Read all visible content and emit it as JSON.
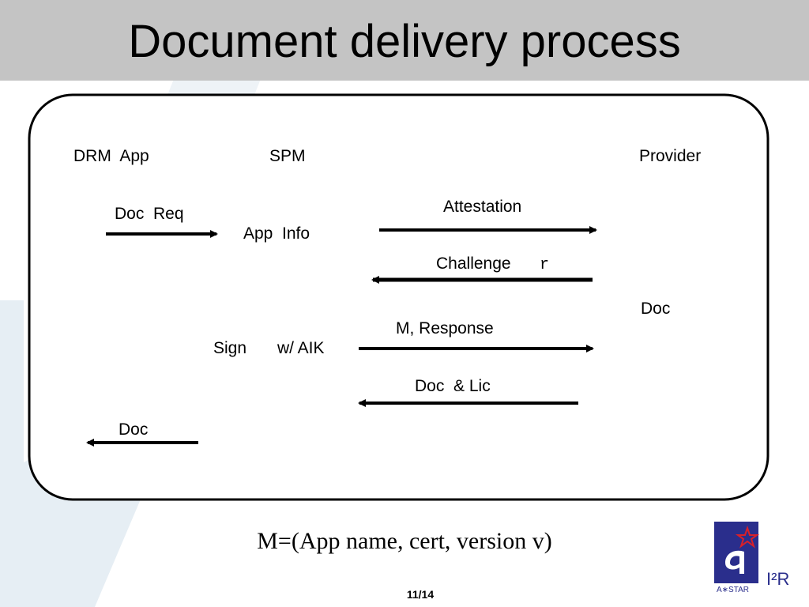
{
  "slide": {
    "title": "Document delivery process",
    "page_number": "11/14",
    "formula": "M=(App name, cert, version v)"
  },
  "diagram": {
    "actors": [
      "DRM  App",
      "SPM",
      "Provider"
    ],
    "labels": {
      "doc_req": "Doc  Req",
      "app_info": "App  Info",
      "attestation": "Attestation",
      "challenge": "Challenge",
      "challenge_var": "r",
      "doc_provider": "Doc",
      "sign": "Sign",
      "with_aik": "w/ AIK",
      "m_response": "M, Response",
      "doc_lic": "Doc  & Lic",
      "doc_final": "Doc"
    }
  },
  "logo": {
    "text": "I²R",
    "subtext": "A∗STAR",
    "colors": {
      "blue": "#2a2e8c",
      "red": "#d8202a"
    }
  },
  "colors": {
    "title_bar": "#c4c4c4",
    "background_decor": "#e3ecf2",
    "text": "#000000"
  }
}
